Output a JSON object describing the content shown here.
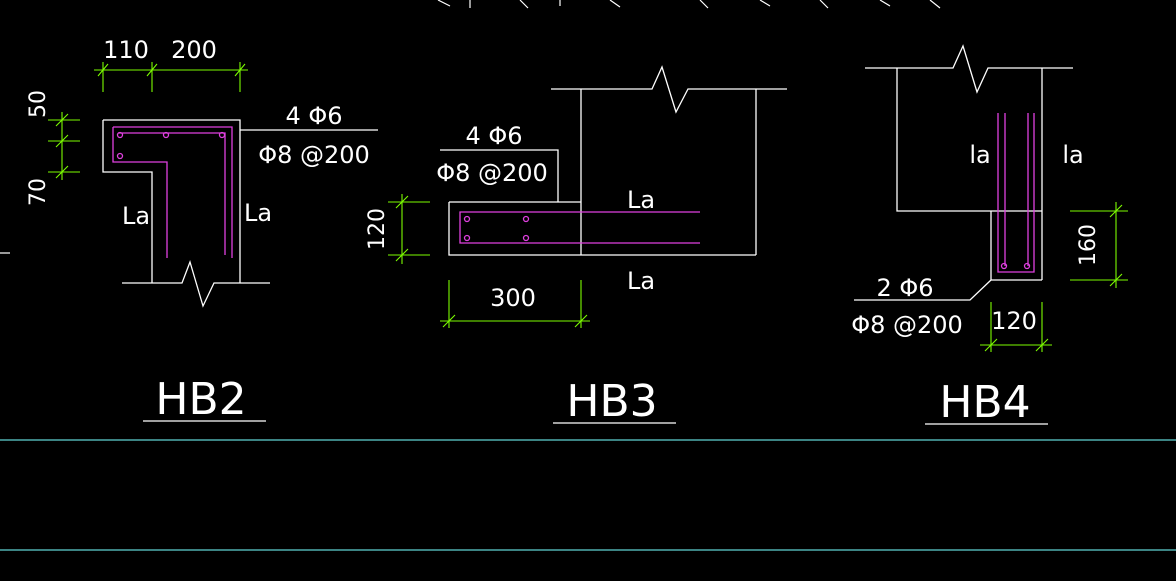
{
  "colors": {
    "background": "#000000",
    "outline": "#ffffff",
    "rebar": "#e040e0",
    "dimension": "#7cfc00",
    "guide_line": "#5fd3d3"
  },
  "details": {
    "hb2": {
      "title": "HB2",
      "dim_top_left": "110",
      "dim_top_right": "200",
      "dim_left_upper": "50",
      "dim_left_lower": "70",
      "bar_label": "4 Φ6",
      "stirrup_label": "Φ8 @200",
      "anchor_left": "La",
      "anchor_right": "La"
    },
    "hb3": {
      "title": "HB3",
      "bar_label": "4 Φ6",
      "stirrup_label": "Φ8 @200",
      "dim_left": "120",
      "dim_bottom": "300",
      "anchor_top": "La",
      "anchor_bottom": "La"
    },
    "hb4": {
      "title": "HB4",
      "bar_label": "2 Φ6",
      "stirrup_label": "Φ8 @200",
      "dim_right": "160",
      "dim_bottom": "120",
      "anchor_left": "la",
      "anchor_right": "la"
    }
  }
}
